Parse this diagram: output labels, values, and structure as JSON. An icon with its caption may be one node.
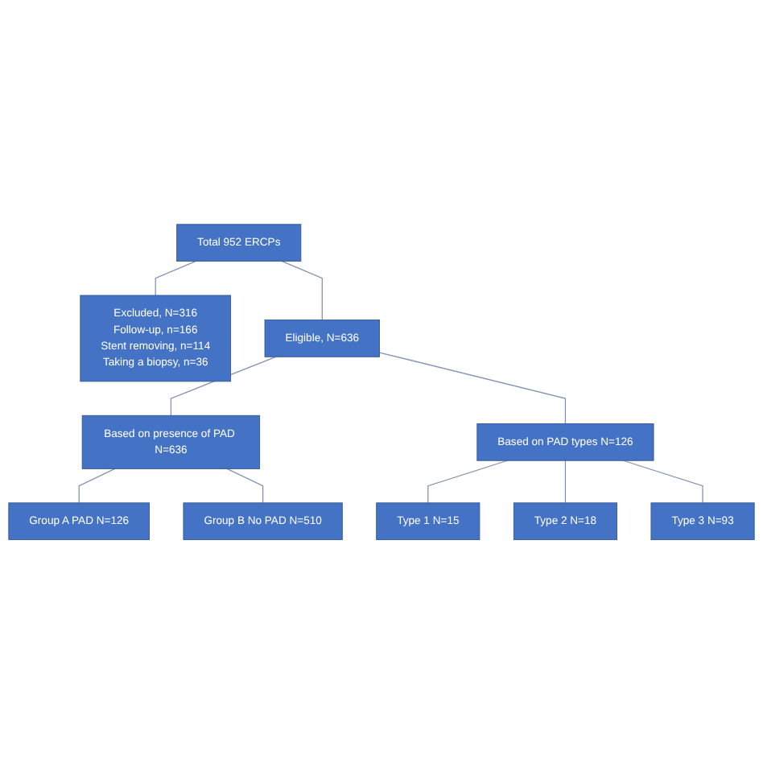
{
  "diagram": {
    "nodes": [
      {
        "text": [
          "Total 952 ERCPs"
        ]
      },
      {
        "text": [
          "Excluded, N=316",
          "Follow-up, n=166",
          "Stent removing, n=114",
          "Taking a biopsy, n=36"
        ]
      },
      {
        "text": [
          "Eligible, N=636"
        ]
      },
      {
        "text": [
          "Based on presence of PAD N=636"
        ]
      },
      {
        "text": [
          "Based on PAD types N=126"
        ]
      },
      {
        "text": [
          "Group A PAD N=126"
        ]
      },
      {
        "text": [
          "Group B No PAD N=510"
        ]
      },
      {
        "text": [
          "Type 1 N=15"
        ]
      },
      {
        "text": [
          "Type 2 N=18"
        ]
      },
      {
        "text": [
          "Type 3 N=93"
        ]
      }
    ],
    "edges": [
      {
        "from": 0,
        "to": 2,
        "arrow": "none"
      },
      {
        "from": 0,
        "to": 1,
        "arrow": "none"
      },
      {
        "from": 2,
        "to": 3,
        "arrow": "none"
      },
      {
        "from": 2,
        "to": 4,
        "arrow": "none"
      },
      {
        "from": 3,
        "to": 5,
        "arrow": "none"
      },
      {
        "from": 3,
        "to": 6,
        "arrow": "none"
      },
      {
        "from": 4,
        "to": 7,
        "arrow": "none"
      },
      {
        "from": 4,
        "to": 8,
        "arrow": "none"
      },
      {
        "from": 4,
        "to": 9,
        "arrow": "none"
      }
    ]
  }
}
